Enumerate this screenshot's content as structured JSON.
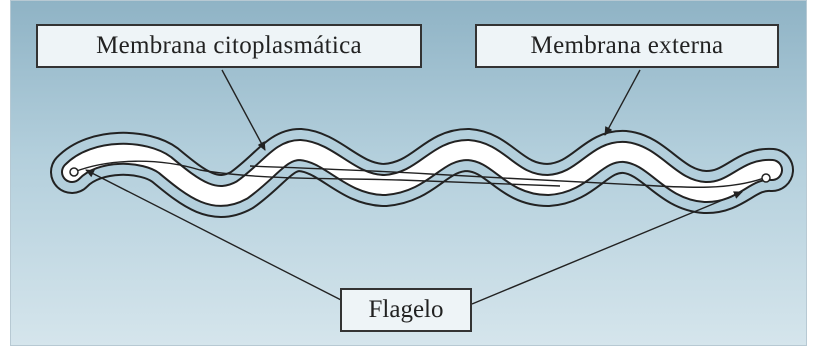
{
  "labels": {
    "cytoplasmic_membrane": "Membrana citoplasmática",
    "outer_membrane": "Membrana externa",
    "flagellum": "Flagelo"
  },
  "colors": {
    "background_top": "#8fb3c5",
    "background_bottom": "#d5e5ec",
    "cell_body": "#ffffff",
    "outline": "#222222",
    "label_fill": "#eef4f7"
  }
}
